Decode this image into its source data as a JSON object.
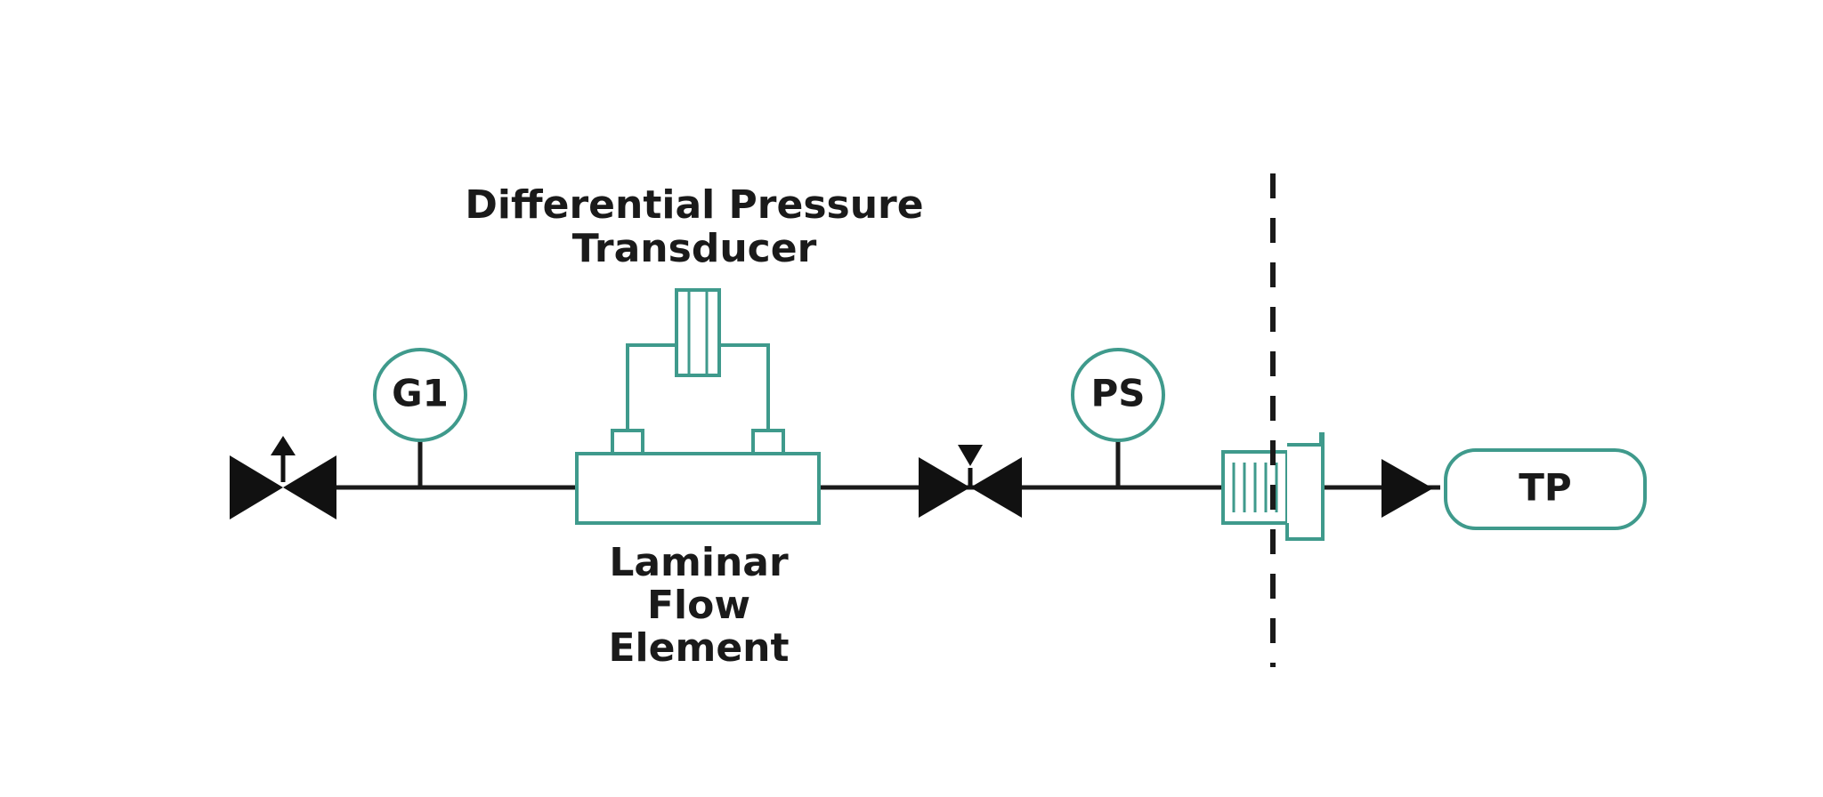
{
  "labels": {
    "transducer_line1": "Differential Pressure",
    "transducer_line2": "Transducer",
    "lfe_line1": "Laminar",
    "lfe_line2": "Flow",
    "lfe_line3": "Element",
    "gauge_g1": "G1",
    "gauge_ps": "PS",
    "tp": "TP"
  },
  "colors": {
    "line": "#1a1a1a",
    "component_stroke": "#3f9a8c",
    "component_fill": "#ffffff",
    "text": "#1a1a1a"
  },
  "icons": {
    "inlet_valve": "valve-with-vent-arrow-icon",
    "mid_valve": "valve-with-actuator-icon",
    "flow_arrow": "flow-direction-arrow-icon",
    "connector": "finned-connector-icon"
  }
}
